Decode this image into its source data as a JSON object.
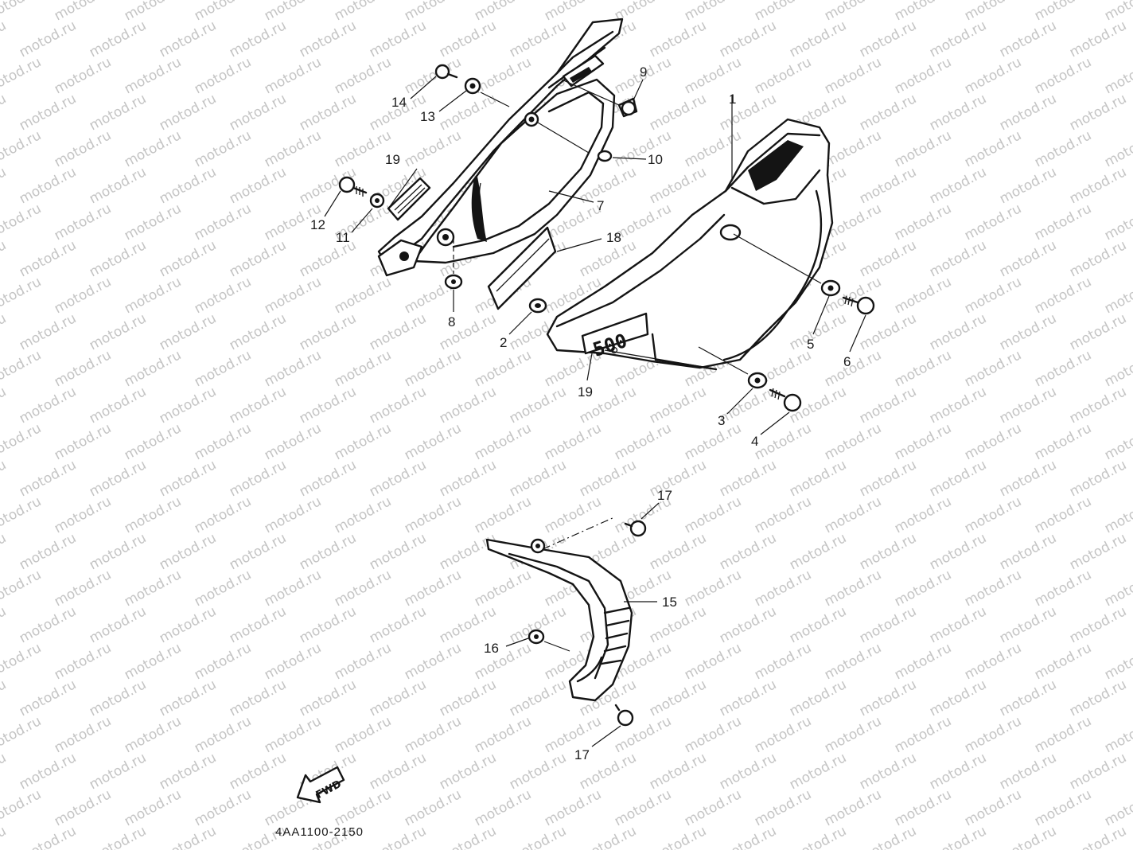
{
  "watermark": "motod.ru",
  "diagram_code": "4AA1100-2150",
  "fwd_label": "FWD",
  "badge_text": "500",
  "callouts": {
    "p1": "1",
    "p2": "2",
    "p3": "3",
    "p4": "4",
    "p5": "5",
    "p6": "6",
    "p7": "7",
    "p8": "8",
    "p9": "9",
    "p10": "10",
    "p11": "11",
    "p12": "12",
    "p13": "13",
    "p14": "14",
    "p15": "15",
    "p16": "16",
    "p17a": "17",
    "p17b": "17",
    "p18": "18",
    "p19a": "19",
    "p19b": "19"
  }
}
